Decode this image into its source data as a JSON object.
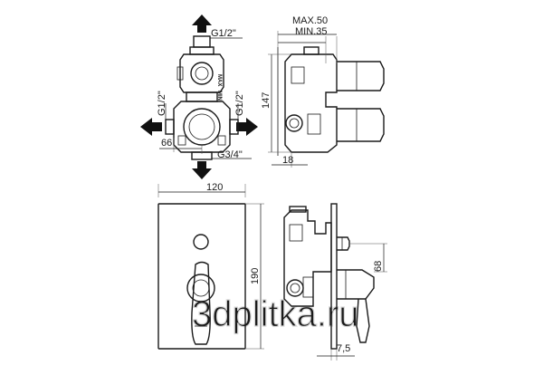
{
  "dimensions": {
    "top_outlet": "G1/2\"",
    "left_inlet": "G1/2\"",
    "right_inlet": "G1/2\"",
    "inlet_offset": "66",
    "bottom_outlet": "G3/4\"",
    "installation_depth_max": "MAX.50",
    "installation_depth_min": "MIN.35",
    "body_height": "147",
    "body_offset": "18",
    "plate_width": "120",
    "plate_height": "190",
    "handle_offset": "68",
    "plate_depth": "7,5"
  },
  "body_markings": {
    "max": "MAX",
    "min": "MIN"
  },
  "watermark": "3dplitka.ru"
}
